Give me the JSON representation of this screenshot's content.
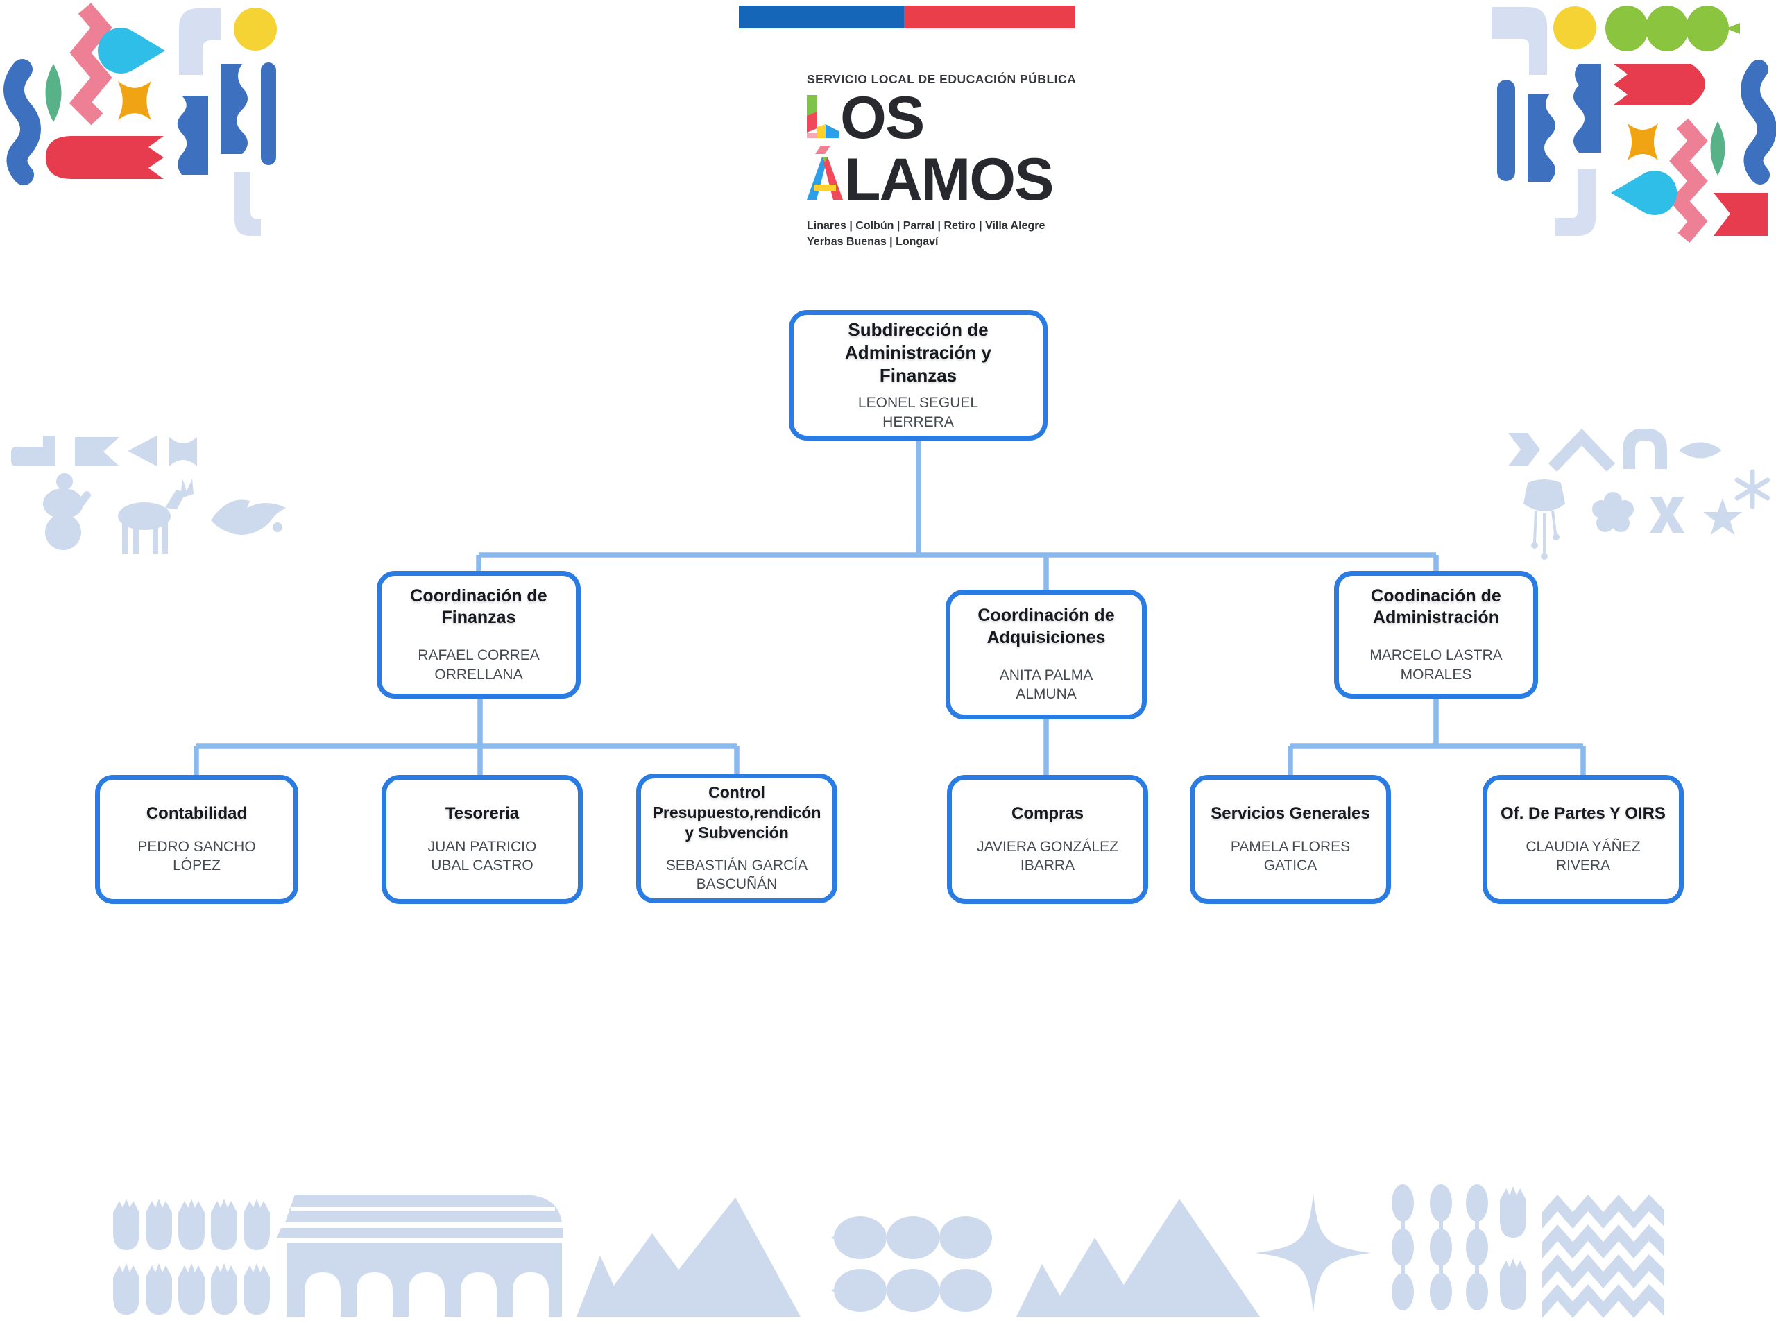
{
  "logo": {
    "service_line": "SERVICIO LOCAL DE EDUCACIÓN PÚBLICA",
    "brand_word1": "LOS",
    "brand_word2": "ÁLAMOS",
    "wordmark_line1_rest": "OS",
    "wordmark_line2_rest": "LAMOS",
    "communes_line1": "Linares | Colbún | Parral | Retiro | Villa Alegre",
    "communes_line2": "Yerbas Buenas | Longaví"
  },
  "org": {
    "root": {
      "title": "Subdirección de Administración y Finanzas",
      "name": "LEONEL SEGUEL HERRERA"
    },
    "level2": [
      {
        "title": "Coordinación de Finanzas",
        "name": "RAFAEL CORREA ORRELLANA"
      },
      {
        "title": "Coordinación de Adquisiciones",
        "name": "ANITA PALMA ALMUNA"
      },
      {
        "title": "Coodinación de Administración",
        "name": "MARCELO LASTRA MORALES"
      }
    ],
    "level3": [
      {
        "title": "Contabilidad",
        "name": "PEDRO SANCHO LÓPEZ"
      },
      {
        "title": "Tesoreria",
        "name": "JUAN PATRICIO UBAL CASTRO"
      },
      {
        "title": "Control Presupuesto,rendicón y Subvención",
        "name": "SEBASTIÁN GARCÍA BASCUÑÁN"
      },
      {
        "title": "Compras",
        "name": "JAVIERA GONZÁLEZ IBARRA"
      },
      {
        "title": "Servicios Generales",
        "name": "PAMELA FLORES GATICA"
      },
      {
        "title": "Of. De Partes Y OIRS",
        "name": "CLAUDIA YÁÑEZ RIVERA"
      }
    ]
  },
  "colors": {
    "flag_blue": "#1566b8",
    "flag_red": "#ea3e4a",
    "node_border": "#2b7ce2",
    "connector": "#8ab9ee",
    "title_text": "#16191f",
    "name_text": "#444a52",
    "decor_pale": "#cdd9ed",
    "decor_lavender": "#d6dff2",
    "decor_blue": "#3d71bf",
    "decor_green": "#57b287",
    "decor_lime": "#8bc43f",
    "decor_cyan": "#2ebee8",
    "decor_orange": "#f0a313",
    "decor_red": "#e63c4e",
    "decor_pink": "#ee8095",
    "decor_yellow": "#f5d335"
  }
}
